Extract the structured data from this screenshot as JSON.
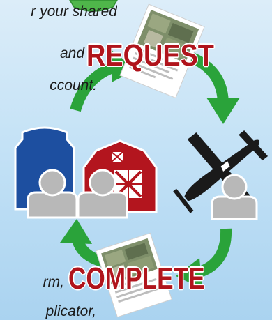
{
  "captions": {
    "top_line1": "r your shared",
    "top_line2": "and",
    "top_line3": "ccount.",
    "bottom_line1": "rm,",
    "bottom_line2": "plicator,"
  },
  "labels": {
    "request": "REQUEST",
    "complete": "COMPLETE"
  },
  "colors": {
    "arrow_green": "#2aa33a",
    "label_red": "#b0141c",
    "silo_blue": "#1d4fa0",
    "barn_red": "#b3151e",
    "plane_black": "#1a1a1a",
    "person_gray": "#b8b8b8"
  },
  "icons": [
    "green-badge-icon",
    "field-map-document-icon",
    "grain-silo-icon",
    "barn-icon",
    "farmer-person-icon",
    "airplane-icon",
    "pilot-person-icon",
    "cycle-arrow-icon"
  ]
}
